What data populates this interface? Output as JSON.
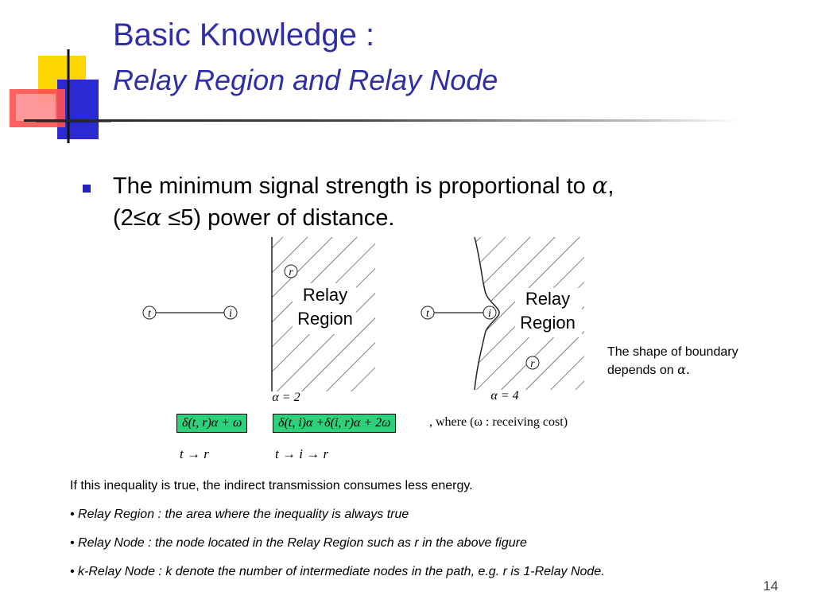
{
  "slide": {
    "title": "Basic Knowledge :",
    "subtitle": "Relay Region and Relay Node",
    "page_number": "14"
  },
  "bullet": {
    "line1_text": "The minimum signal strength is proportional to ",
    "line1_symbol": "α",
    "line1_end": ",",
    "line2_open": "(2≤",
    "line2_symbol": "α",
    "line2_mid": " ≤5)  power of distance."
  },
  "figure_left": {
    "node_t": "t",
    "node_i": "i",
    "node_r": "r",
    "region_label_1": "Relay",
    "region_label_2": "Region",
    "alpha_caption": "α = 2"
  },
  "figure_right": {
    "node_t": "t",
    "node_i": "i",
    "node_r": "r",
    "region_label_1": "Relay",
    "region_label_2": "Region",
    "alpha_caption": "α = 4"
  },
  "note": {
    "line1": "The shape of boundary",
    "line2_text": "depends on ",
    "line2_symbol": "α."
  },
  "inequality": {
    "left_box": "δ(t, r)α + ω",
    "operator": ">",
    "right_box": "δ(t, i)α +δ(i, r)α + 2ω",
    "where": ", where (ω : receiving cost)",
    "left_path": "t → r",
    "right_path": "t → i → r"
  },
  "paragraphs": [
    "If this inequality is true, the indirect transmission consumes less energy.",
    "• Relay Region : the area where the inequality is always true",
    "• Relay Node : the node located in the Relay Region such as r in the above figure",
    "• k-Relay Node : k denote the number of intermediate nodes in the path, e.g. r is 1-Relay Node."
  ],
  "colors": {
    "title": "#2e2ea6",
    "bullet_square": "#2222bb",
    "equation_box": "#2fd07a",
    "logo_yellow": "#ffd700",
    "logo_red": "#ff3b3b",
    "logo_blue": "#2a2ad0"
  }
}
